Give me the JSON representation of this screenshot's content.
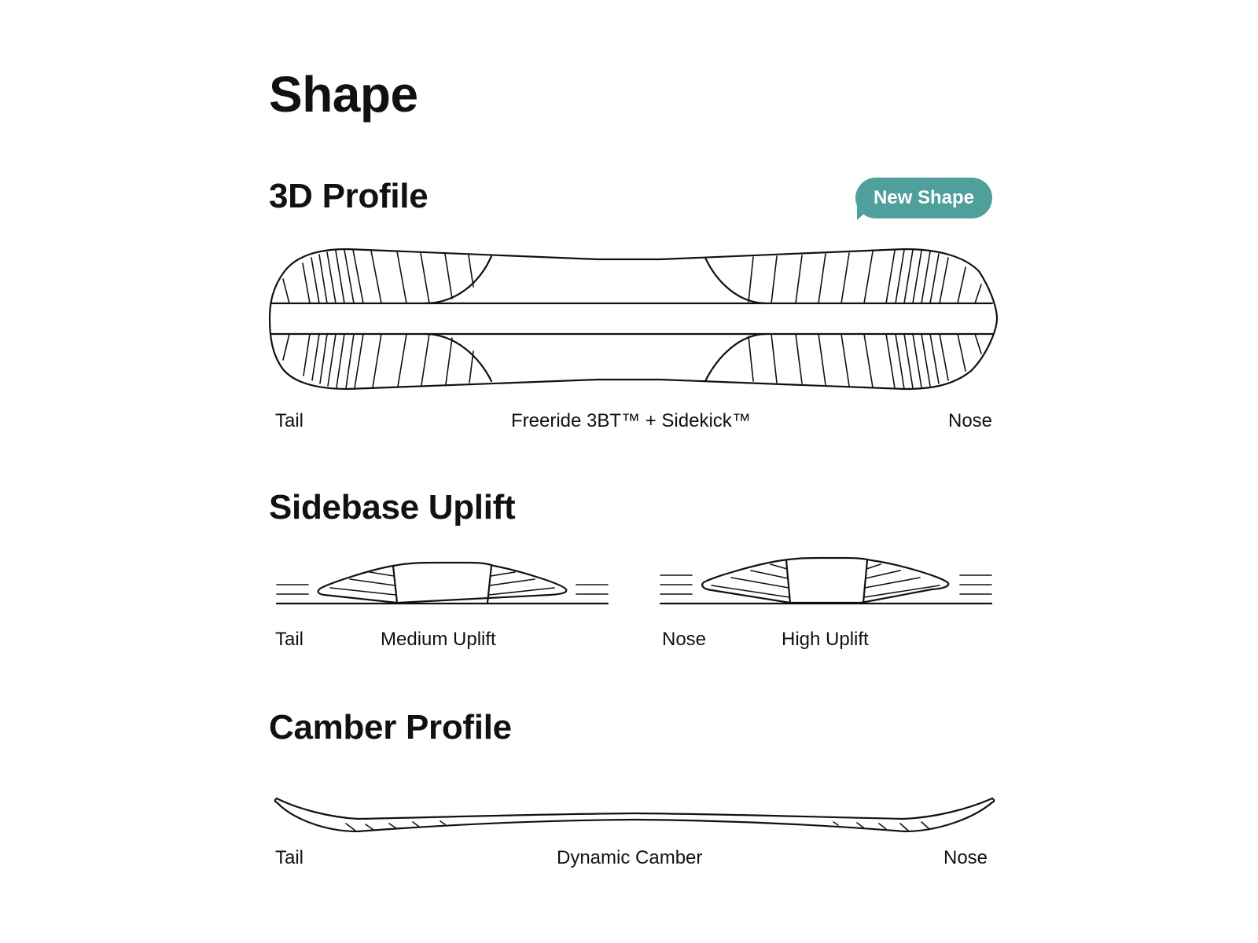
{
  "page": {
    "title": "Shape"
  },
  "profile_3d": {
    "heading": "3D Profile",
    "badge": "New Shape",
    "badge_color": "#4f9f9b",
    "labels": {
      "tail": "Tail",
      "center": "Freeride 3BT™ + Sidekick™",
      "nose": "Nose"
    }
  },
  "sidebase_uplift": {
    "heading": "Sidebase Uplift",
    "left": {
      "end": "Tail",
      "level": "Medium Uplift"
    },
    "right": {
      "end": "Nose",
      "level": "High Uplift"
    }
  },
  "camber_profile": {
    "heading": "Camber Profile",
    "labels": {
      "tail": "Tail",
      "center": "Dynamic Camber",
      "nose": "Nose"
    }
  }
}
